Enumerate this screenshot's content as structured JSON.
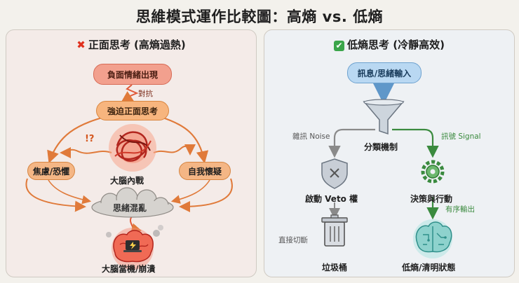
{
  "title": "思維模式運作比較圖：高熵 vs. 低熵",
  "left": {
    "icon": "cross-mark-icon",
    "title": "正面思考 (高熵過熱)",
    "negative": "負面情緒出現",
    "resist": "對抗",
    "force": "強迫正面思考",
    "marks": "!?",
    "anxiety": "焦慮/恐懼",
    "doubt": "自我懷疑",
    "war": "大腦內戰",
    "chaos": "思緒混亂",
    "crash": "大腦當機/崩潰"
  },
  "right": {
    "icon": "check-mark-icon",
    "title": "低熵思考 (冷靜高效)",
    "input": "訊息/思緒輸入",
    "noise": "雜訊 Noise",
    "signal": "訊號 Signal",
    "filter": "分類機制",
    "veto": "啟動 Veto 權",
    "action": "決策與行動",
    "ordered": "有序輸出",
    "cut": "直接切斷",
    "trash": "垃圾桶",
    "clear": "低熵/清明狀態"
  },
  "colors": {
    "left_bg": "#f4ebe8",
    "right_bg": "#eef1f4",
    "negative": "#f2a08e",
    "force": "#f7b57e",
    "input": "#b9d8f2",
    "signal_green": "#3a8a3e",
    "noise_gray": "#8a8a8a",
    "brain_red": "#e8452f",
    "brain_teal": "#4bb3b0"
  }
}
